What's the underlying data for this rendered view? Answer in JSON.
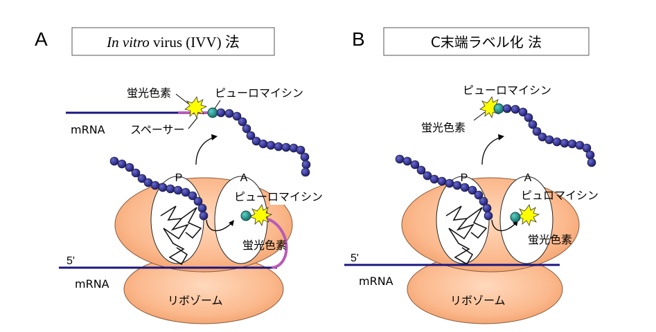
{
  "panel_a": {
    "letter": "A",
    "title_italic": "In vitro",
    "title_rest": " virus (IVV) 法",
    "labels": {
      "fluor_top": "蛍光色素",
      "puro_top": "ピューロマイシン",
      "mrna_top": "mRNA",
      "spacer": "スペーサー",
      "site_p": "P",
      "site_a": "A",
      "puro_inner": "ピューロマイシン",
      "fluor_inner": "蛍光色素",
      "five_prime": "5'",
      "mrna_bottom": "mRNA",
      "ribosome": "リボゾーム"
    }
  },
  "panel_b": {
    "letter": "B",
    "title": "C末端ラベル化 法",
    "labels": {
      "puro_top": "ピューロマイシン",
      "fluor_top": "蛍光色素",
      "site_p": "P",
      "site_a": "A",
      "puro_inner": "ピュロマイシン",
      "fluor_inner": "蛍光色素",
      "five_prime": "5'",
      "mrna_bottom": "mRNA",
      "ribosome": "リボゾーム"
    }
  },
  "colors": {
    "ribosome_fill": "#fbb98d",
    "ribosome_stroke": "#8a5a3a",
    "bead": "#2b2b8c",
    "mrna_line": "#1a1680",
    "spacer": "#b85ab8",
    "puromycin": "#1f8f8a",
    "fluor_star": "#ffff00"
  }
}
